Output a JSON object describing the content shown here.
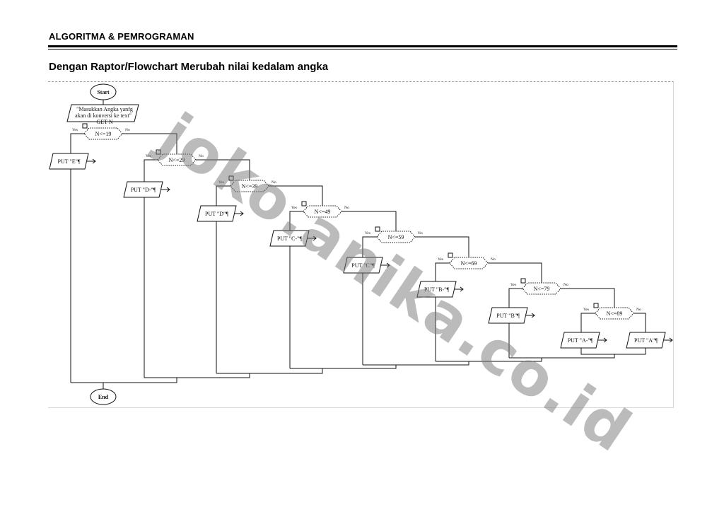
{
  "header": {
    "title": "ALGORITMA & PEMROGRAMAN"
  },
  "section": {
    "heading": "Dengan Raptor/Flowchart Merubah nilai kedalam angka"
  },
  "flowchart": {
    "start_label": "Start",
    "end_label": "End",
    "input_lines": [
      "\"Masukkan Angka yanfg",
      "akan di konversi ke text\"",
      "GET N"
    ],
    "yes_label": "Yes",
    "no_label": "No",
    "decisions": [
      "N<=19",
      "N<=29",
      "N<=39",
      "N<=49",
      "N<=59",
      "N<=69",
      "N<=79",
      "N<=89"
    ],
    "outputs": [
      "PUT \"E\"¶",
      "PUT \"D-\"¶",
      "PUT \"D\"¶",
      "PUT \"C-\"¶",
      "PUT \"C\"¶",
      "PUT \"B-\"¶",
      "PUT \"B\"¶",
      "PUT \"A-\"¶",
      "PUT \"A\"¶"
    ]
  },
  "watermark": {
    "text": "joko.anika.co.id"
  }
}
